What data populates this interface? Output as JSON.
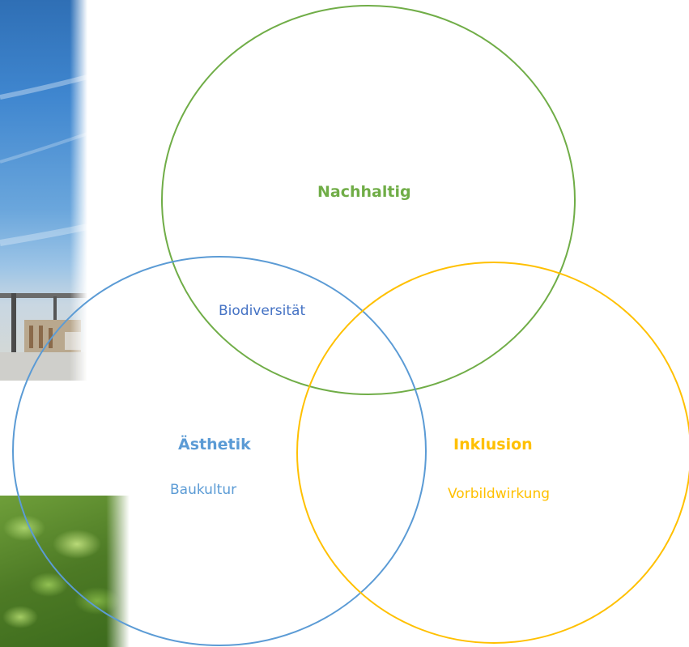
{
  "diagram": {
    "colors": {
      "green": "#70ad47",
      "blue": "#5b9bd5",
      "yellow": "#ffc000",
      "dark_blue": "#4472c4"
    },
    "circles": [
      {
        "id": "nachhaltig",
        "title": "Nachhaltig",
        "color": "#70ad47"
      },
      {
        "id": "aesthetik",
        "title": "Ästhetik",
        "subtitle": "Baukultur",
        "color": "#5b9bd5"
      },
      {
        "id": "inklusion",
        "title": "Inklusion",
        "subtitle": "Vorbildwirkung",
        "color": "#ffc000"
      }
    ],
    "overlap_label": "Biodiversität"
  },
  "images": [
    {
      "name": "sky-photo",
      "subject": "blue sky above building and fence"
    },
    {
      "name": "plants-photo",
      "subject": "green leafy plants"
    }
  ]
}
